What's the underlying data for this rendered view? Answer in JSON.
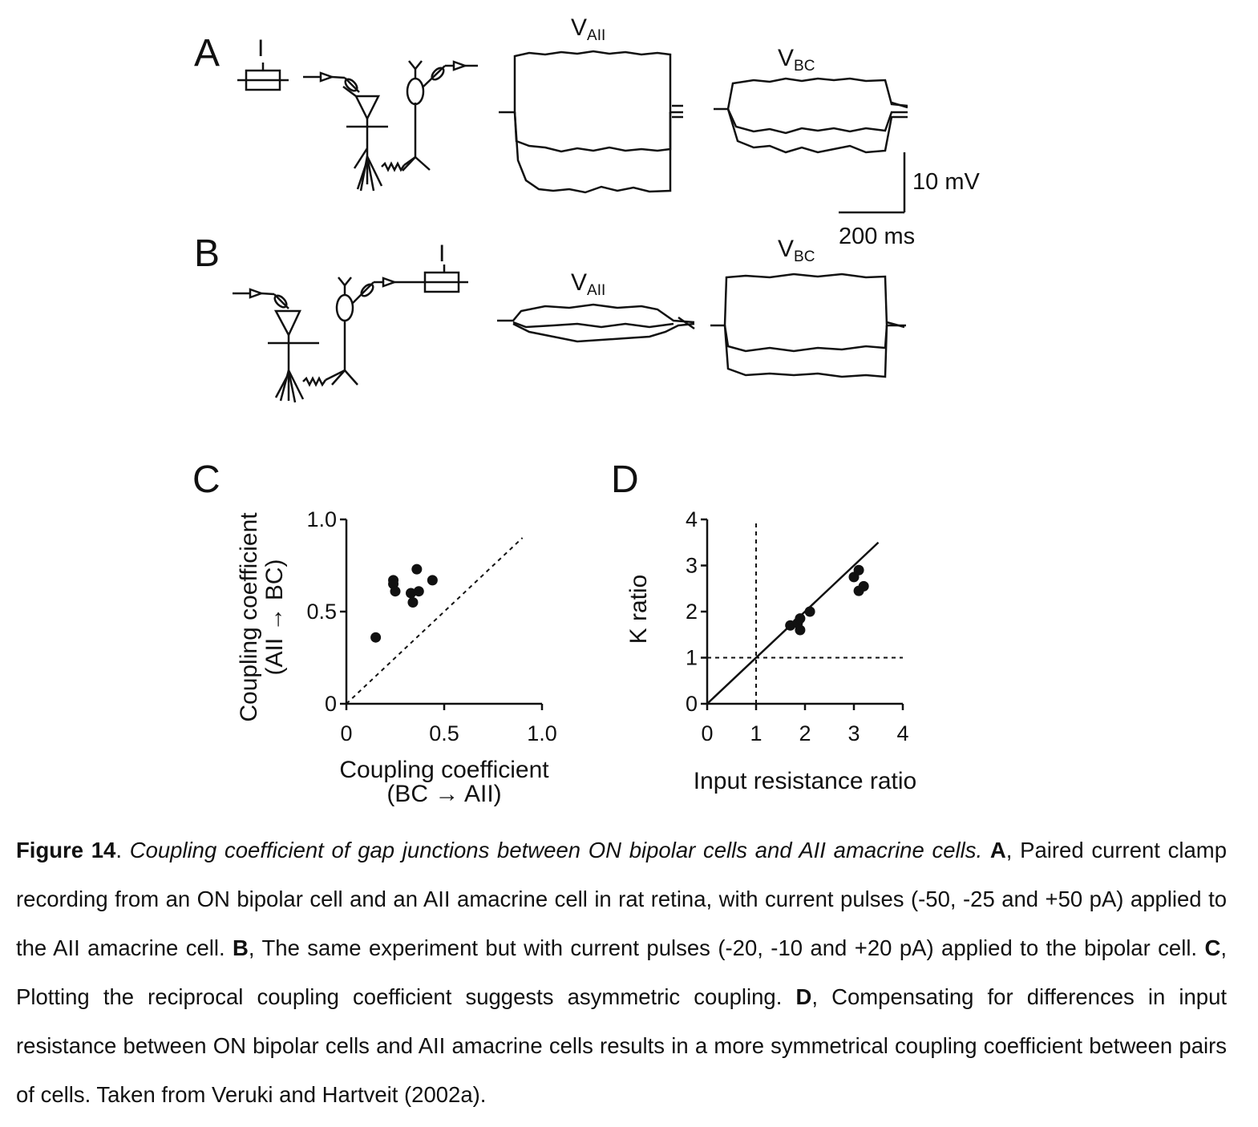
{
  "panels": {
    "A": {
      "letter": "A",
      "stim_label": "I",
      "trace1_main": "V",
      "trace1_sub": "AII",
      "trace2_main": "V",
      "trace2_sub": "BC",
      "scale_v": "10 mV",
      "scale_t": "200 ms"
    },
    "B": {
      "letter": "B",
      "stim_label": "I",
      "trace1_main": "V",
      "trace1_sub": "AII",
      "trace2_main": "V",
      "trace2_sub": "BC"
    }
  },
  "chart_data": [
    {
      "panel": "C",
      "type": "scatter",
      "xlabel_line1": "Coupling coefficient",
      "xlabel_line2": "(BC → AII)",
      "ylabel_line1": "Coupling coefficient",
      "ylabel_line2": "(AII → BC)",
      "xlim": [
        0,
        1.0
      ],
      "ylim": [
        0,
        1.0
      ],
      "xticks": [
        "0",
        "0.5",
        "1.0"
      ],
      "yticks": [
        "0",
        "0.5",
        "1.0"
      ],
      "reference_line": "dashed unity",
      "points": [
        {
          "x": 0.15,
          "y": 0.36
        },
        {
          "x": 0.24,
          "y": 0.67
        },
        {
          "x": 0.24,
          "y": 0.65
        },
        {
          "x": 0.25,
          "y": 0.61
        },
        {
          "x": 0.33,
          "y": 0.6
        },
        {
          "x": 0.34,
          "y": 0.55
        },
        {
          "x": 0.37,
          "y": 0.61
        },
        {
          "x": 0.36,
          "y": 0.73
        },
        {
          "x": 0.44,
          "y": 0.67
        }
      ]
    },
    {
      "panel": "D",
      "type": "scatter",
      "xlabel_line1": "Input resistance ratio",
      "ylabel_line1": "K ratio",
      "xlim": [
        0,
        4
      ],
      "ylim": [
        0,
        4
      ],
      "xticks": [
        "0",
        "1",
        "2",
        "3",
        "4"
      ],
      "yticks": [
        "0",
        "1",
        "2",
        "3",
        "4"
      ],
      "reference_lines": "dashed x=1, dashed y=1, solid unity",
      "points": [
        {
          "x": 1.7,
          "y": 1.7
        },
        {
          "x": 1.85,
          "y": 1.75
        },
        {
          "x": 1.9,
          "y": 1.6
        },
        {
          "x": 1.9,
          "y": 1.85
        },
        {
          "x": 2.1,
          "y": 2.0
        },
        {
          "x": 3.0,
          "y": 2.75
        },
        {
          "x": 3.1,
          "y": 2.9
        },
        {
          "x": 3.1,
          "y": 2.45
        },
        {
          "x": 3.2,
          "y": 2.55
        }
      ]
    }
  ],
  "caption": {
    "fig_no": "Figure 14",
    "dot1": ". ",
    "title": "Coupling coefficient of gap junctions between ON bipolar cells and AII amacrine cells.",
    "ref_a": "A",
    "text_a": ", Paired current clamp recording from an ON bipolar cell and an AII amacrine cell in rat retina, with current pulses (-50, -25 and +50 pA) applied to the AII amacrine cell. ",
    "ref_b": "B",
    "text_b": ", The same experiment but with current pulses (-20, -10 and +20 pA) applied to the bipolar cell. ",
    "ref_c": "C",
    "text_c": ", Plotting the reciprocal coupling coefficient suggests asymmetric coupling. ",
    "ref_d": "D",
    "text_d": ", Compensating for differences in input resistance between ON bipolar cells and AII amacrine cells results in a more symmetrical coupling coefficient between pairs of cells. Taken from Veruki and Hartveit (2002a)."
  }
}
